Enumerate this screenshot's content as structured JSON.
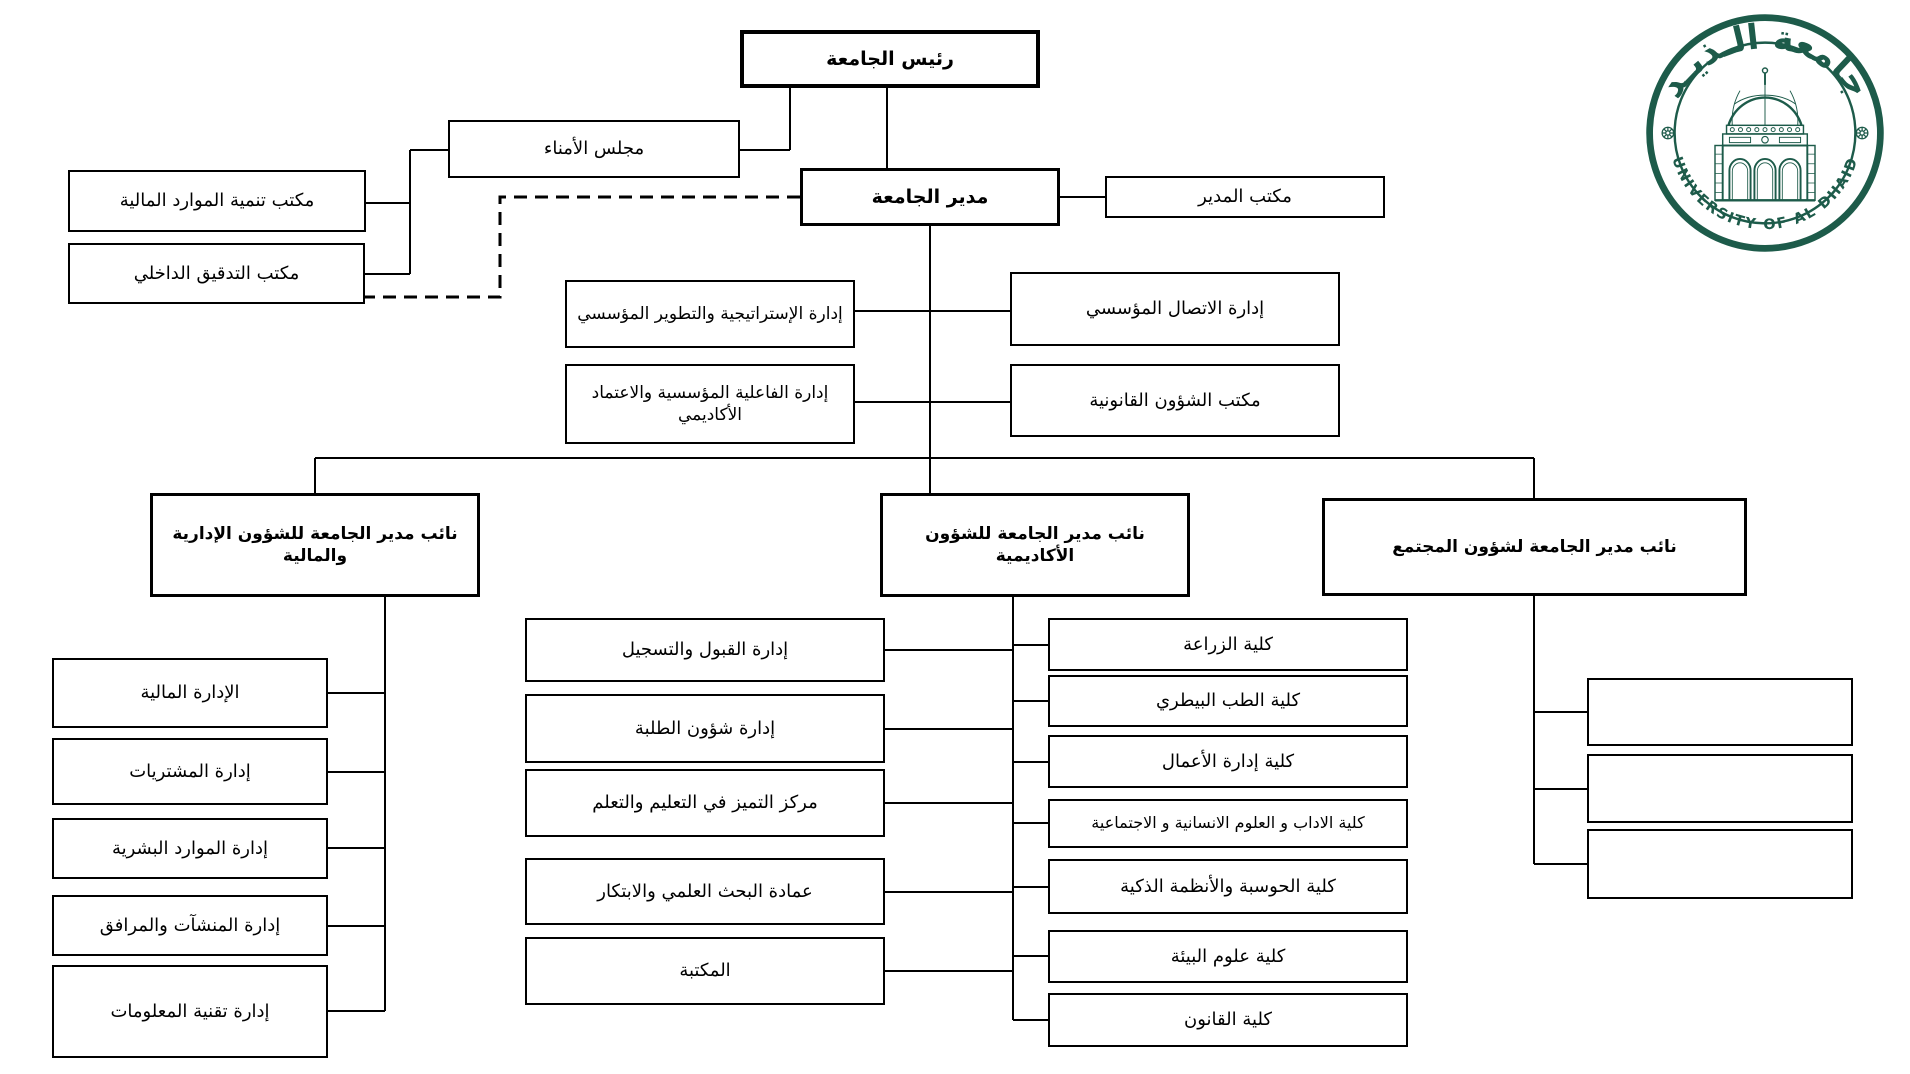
{
  "page": {
    "title": "University organizational chart",
    "background_color": "#ffffff",
    "line_color": "#000000"
  },
  "nodes": {
    "president": "رئيس الجامعة",
    "trustees": "مجلس الأمناء",
    "financial_resources": "مكتب تنمية الموارد المالية",
    "internal_audit": "مكتب التدقيق الداخلي",
    "director": "مدير الجامعة",
    "director_office": "مكتب المدير",
    "strategy": "إدارة الإستراتيجية والتطوير المؤسسي",
    "comms": "إدارة الاتصال المؤسسي",
    "effectiveness": "إدارة الفاعلية المؤسسية والاعتماد الأكاديمي",
    "legal": "مكتب الشؤون القانونية",
    "deputy_admin": "نائب مدير الجامعة للشؤون الإدارية والمالية",
    "deputy_academic": "نائب مدير الجامعة للشؤون الأكاديمية",
    "deputy_community": "نائب مدير الجامعة لشؤون المجتمع",
    "finance": "الإدارة المالية",
    "procurement": "إدارة المشتريات",
    "hr": "إدارة الموارد البشرية",
    "facilities": "إدارة المنشآت والمرافق",
    "it": "إدارة تقنية المعلومات",
    "admission": "إدارة القبول والتسجيل",
    "student_affairs": "إدارة شؤون الطلبة",
    "teaching_excellence": "مركز التميز في التعليم والتعلم",
    "research": "عمادة البحث العلمي والابتكار",
    "library": "المكتبة",
    "agriculture": "كلية الزراعة",
    "veterinary": "كلية الطب البيطري",
    "business": "كلية إدارة الأعمال",
    "arts": "كلية الاداب و العلوم الانسانية و الاجتماعية",
    "computing": "كلية الحوسبة والأنظمة الذكية",
    "environment": "كلية علوم البيئة",
    "law": "كلية القانون"
  },
  "logo": {
    "arabic_name": "جامعة الـذيـد",
    "english_name": "UNIVERSITY OF AL DHAID",
    "color": "#1d5b4a",
    "icons": {
      "center": "mosque-facade-with-dome",
      "sides": "rosette-ornament"
    }
  }
}
